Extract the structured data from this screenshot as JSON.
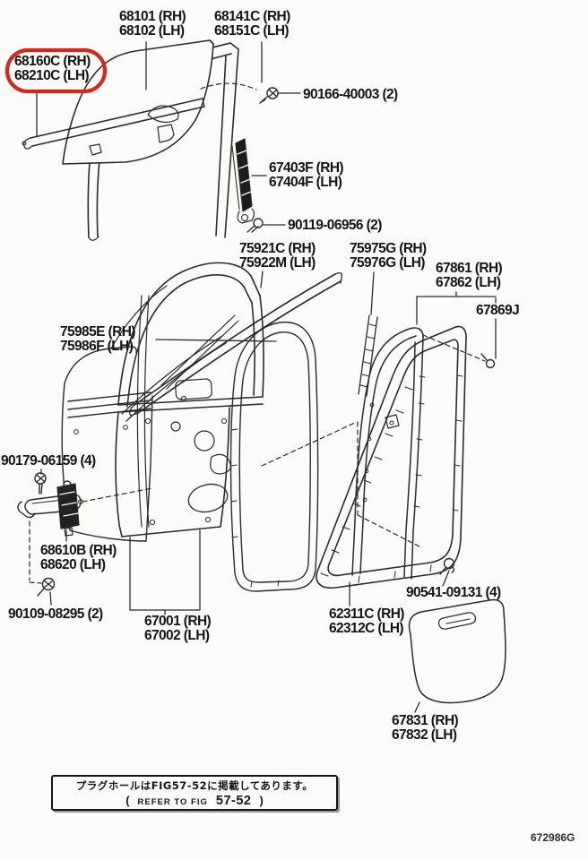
{
  "colors": {
    "line": "#2b2b2b",
    "highlight": "#d4281c",
    "background": "#fbfbf9"
  },
  "labels": {
    "glass": {
      "l1": "68101 (RH)",
      "l2": "68102 (LH)"
    },
    "run_channel": {
      "l1": "68141C (RH)",
      "l2": "68151C (LH)"
    },
    "belt_molding": {
      "l1": "68160C (RH)",
      "l2": "68210C (LH)"
    },
    "screw_90166": {
      "l1": "90166-40003 (2)"
    },
    "division_bar": {
      "l1": "67403F (RH)",
      "l2": "67404F (LH)"
    },
    "screw_90119": {
      "l1": "90119-06956 (2)"
    },
    "molding_75921": {
      "l1": "75921C (RH)",
      "l2": "75922M (LH)"
    },
    "molding_75975": {
      "l1": "75975G (RH)",
      "l2": "75976G (LH)"
    },
    "frame_67861": {
      "l1": "67861 (RH)",
      "l2": "67862 (LH)"
    },
    "pin_67869": {
      "l1": "67869J"
    },
    "molding_75985": {
      "l1": "75985E (RH)",
      "l2": "75986F (LH)"
    },
    "screw_90179": {
      "l1": "90179-06159 (4)"
    },
    "door_check": {
      "l1": "68610B (RH)",
      "l2": "68620 (LH)"
    },
    "bolt_90109": {
      "l1": "90109-08295 (2)"
    },
    "door_panel": {
      "l1": "67001 (RH)",
      "l2": "67002 (LH)"
    },
    "weatherstrip": {
      "l1": "62311C (RH)",
      "l2": "62312C (LH)"
    },
    "pin_90541": {
      "l1": "90541-09131 (4)"
    },
    "hole_cover": {
      "l1": "67831 (RH)",
      "l2": "67832 (LH)"
    }
  },
  "note_box": {
    "line1": "プラグホールはFIG57-52に掲載してあります。",
    "open_paren": "(",
    "refer_text": "REFER TO FIG",
    "fig_number": "57-52",
    "close_paren": ")"
  },
  "diagram_code": "672986G"
}
